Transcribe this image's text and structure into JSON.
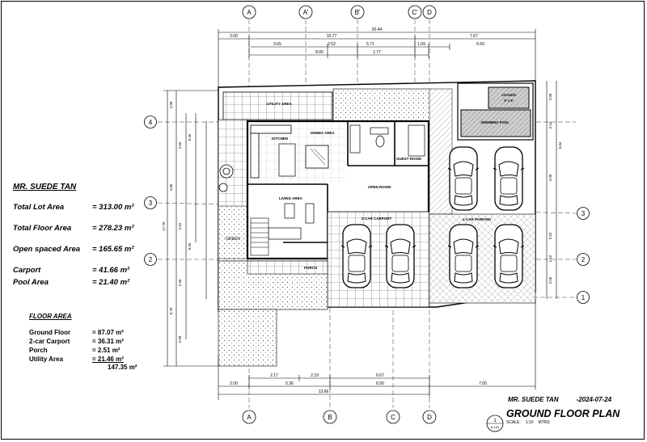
{
  "client": "MR. SUEDE TAN",
  "summary": [
    {
      "label": "Total Lot Area",
      "value": "= 313.00 m²"
    },
    {
      "label": "Total Floor Area",
      "value": "= 278.23 m²"
    },
    {
      "label": "Open spaced Area",
      "value": "= 165.65 m²"
    },
    {
      "label": "Carport",
      "value": "= 41.66 m²"
    },
    {
      "label": "Pool Area",
      "value": "= 21.40 m²"
    }
  ],
  "floor_area": {
    "title": "FLOOR AREA",
    "rows": [
      {
        "label": "Ground Floor",
        "value": "= 87.07 m²"
      },
      {
        "label": "2-car Carport",
        "value": "= 36.31 m²"
      },
      {
        "label": "Porch",
        "value": "= 2.51 m²"
      },
      {
        "label": "Utility Area",
        "value": "= 21.46 m²"
      }
    ],
    "total": "147.35 m²"
  },
  "title_block": {
    "client": "MR. SUEDE TAN",
    "date": "-2024-07-24",
    "title": "GROUND FLOOR PLAN",
    "scale_label": "SCALE:",
    "scale_value": "1:10",
    "scale_unit": "MTRS",
    "stamp_number": "1",
    "stamp_sheet": "A-101"
  },
  "grid_top": [
    "A",
    "A'",
    "B'",
    "C'",
    "D"
  ],
  "grid_bottom": [
    "A",
    "B",
    "C",
    "D"
  ],
  "grid_left": [
    "4",
    "3",
    "2"
  ],
  "grid_right": [
    "3",
    "2",
    "1"
  ],
  "dims_top": [
    "20.44",
    "2.00",
    "10.77",
    "7.67",
    "3.65",
    "2.52",
    "5.71",
    "1.09",
    "6.59",
    "8.00",
    "1.77"
  ],
  "dims_bottom": [
    "2.17",
    "2.19",
    "6.67",
    "5.36",
    "6.50",
    "7.05",
    "2.00",
    "13.66"
  ],
  "dims_left": [
    "2.00",
    "2.55",
    "0.45",
    "4.00",
    "2.62",
    "0.35",
    "2.40",
    "6.78",
    "17.76",
    "3.99"
  ],
  "dims_right": [
    "2.00",
    "2.10",
    "4.90",
    "6.64",
    "3.52",
    "1.52",
    "2.56"
  ],
  "rooms": {
    "utility": "UTILITY AREA",
    "kitchen": "KITCHEN",
    "dining": "DINING AREA",
    "living": "LIVING AREA",
    "open": "OPEN ROOM",
    "guest": "GUEST ROOM",
    "carport": "2-CAR CARPORT",
    "porch": "PORCH",
    "green": "GREEN",
    "jacuzzi": "JACUZZI",
    "jacuzzi_size": "5' x 5'",
    "pool": "SWIMMING POOL",
    "parking": "4-CAR PARKING"
  }
}
